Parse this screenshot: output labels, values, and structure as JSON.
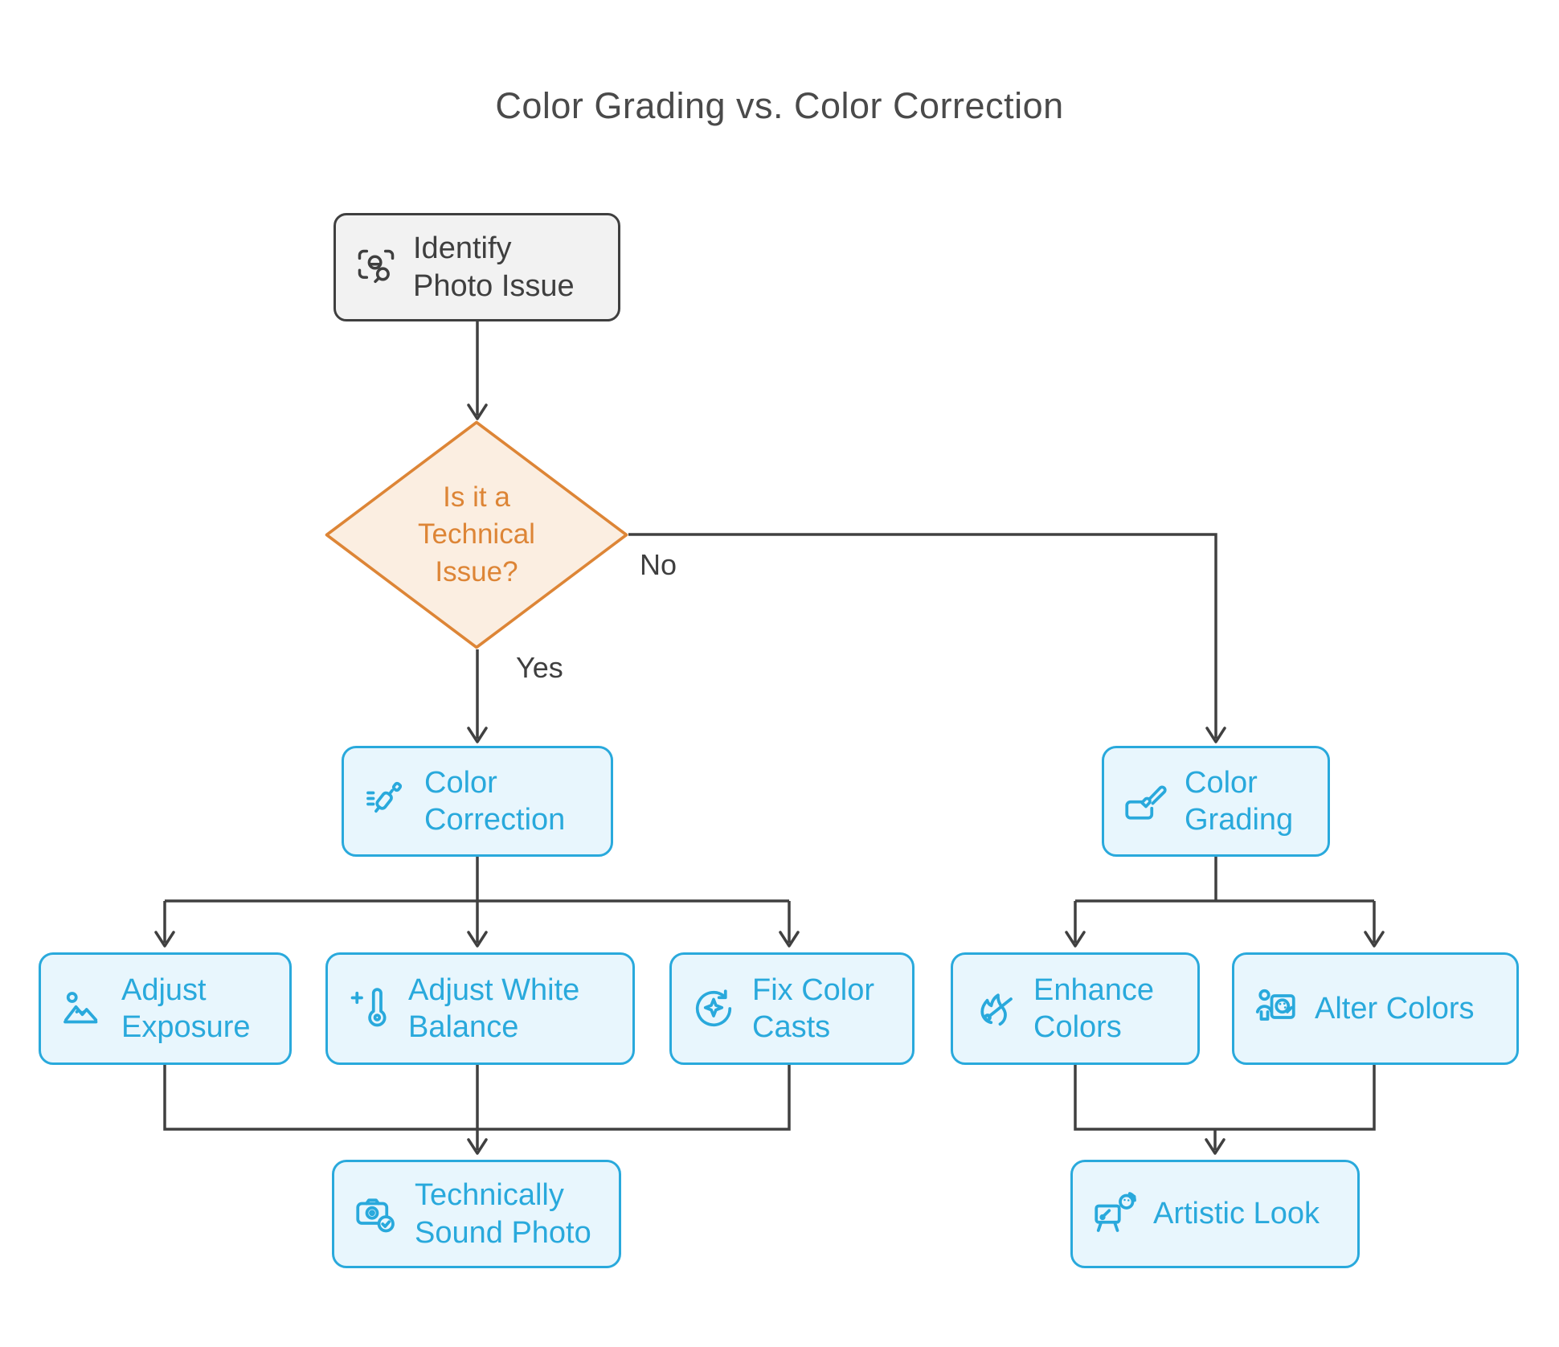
{
  "title": "Color Grading vs. Color Correction",
  "diagram_type": "flowchart",
  "colors": {
    "blue_border": "#29a9dc",
    "blue_fill": "#e8f6fd",
    "orange_border": "#dd8536",
    "orange_fill": "#fbeee1",
    "gray_fill": "#f2f2f2",
    "gray_border": "#3f3f3f",
    "line": "#404040",
    "title_text": "#4a4a4a"
  },
  "nodes": {
    "identify": {
      "label": "Identify\nPhoto Issue",
      "icon": "scan-search-icon",
      "shape": "rounded-rect",
      "style": "gray"
    },
    "decision": {
      "label": "Is it a\nTechnical\nIssue?",
      "icon": "",
      "shape": "diamond",
      "style": "orange"
    },
    "color_correction": {
      "label": "Color\nCorrection",
      "icon": "airbrush-tool-icon",
      "shape": "rounded-rect",
      "style": "blue"
    },
    "color_grading": {
      "label": "Color\nGrading",
      "icon": "paintbrush-tray-icon",
      "shape": "rounded-rect",
      "style": "blue"
    },
    "adjust_exposure": {
      "label": "Adjust\nExposure",
      "icon": "image-mountain-icon",
      "shape": "rounded-rect",
      "style": "blue"
    },
    "adjust_white_balance": {
      "label": "Adjust White\nBalance",
      "icon": "thermometer-plus-icon",
      "shape": "rounded-rect",
      "style": "blue"
    },
    "fix_color_casts": {
      "label": "Fix Color\nCasts",
      "icon": "sparkle-refresh-icon",
      "shape": "rounded-rect",
      "style": "blue"
    },
    "enhance_colors": {
      "label": "Enhance\nColors",
      "icon": "flame-match-icon",
      "shape": "rounded-rect",
      "style": "blue"
    },
    "alter_colors": {
      "label": "Alter Colors",
      "icon": "person-palette-icon",
      "shape": "rounded-rect",
      "style": "blue"
    },
    "technically_sound_photo": {
      "label": "Technically\nSound Photo",
      "icon": "camera-check-icon",
      "shape": "rounded-rect",
      "style": "blue"
    },
    "artistic_look": {
      "label": "Artistic Look",
      "icon": "easel-palette-icon",
      "shape": "rounded-rect",
      "style": "blue"
    }
  },
  "edges": [
    {
      "from": "identify",
      "to": "decision",
      "label": ""
    },
    {
      "from": "decision",
      "to": "color_correction",
      "label": "Yes"
    },
    {
      "from": "decision",
      "to": "color_grading",
      "label": "No"
    },
    {
      "from": "color_correction",
      "to": "adjust_exposure",
      "label": ""
    },
    {
      "from": "color_correction",
      "to": "adjust_white_balance",
      "label": ""
    },
    {
      "from": "color_correction",
      "to": "fix_color_casts",
      "label": ""
    },
    {
      "from": "adjust_exposure",
      "to": "technically_sound_photo",
      "label": ""
    },
    {
      "from": "adjust_white_balance",
      "to": "technically_sound_photo",
      "label": ""
    },
    {
      "from": "fix_color_casts",
      "to": "technically_sound_photo",
      "label": ""
    },
    {
      "from": "color_grading",
      "to": "enhance_colors",
      "label": ""
    },
    {
      "from": "color_grading",
      "to": "alter_colors",
      "label": ""
    },
    {
      "from": "enhance_colors",
      "to": "artistic_look",
      "label": ""
    },
    {
      "from": "alter_colors",
      "to": "artistic_look",
      "label": ""
    }
  ]
}
